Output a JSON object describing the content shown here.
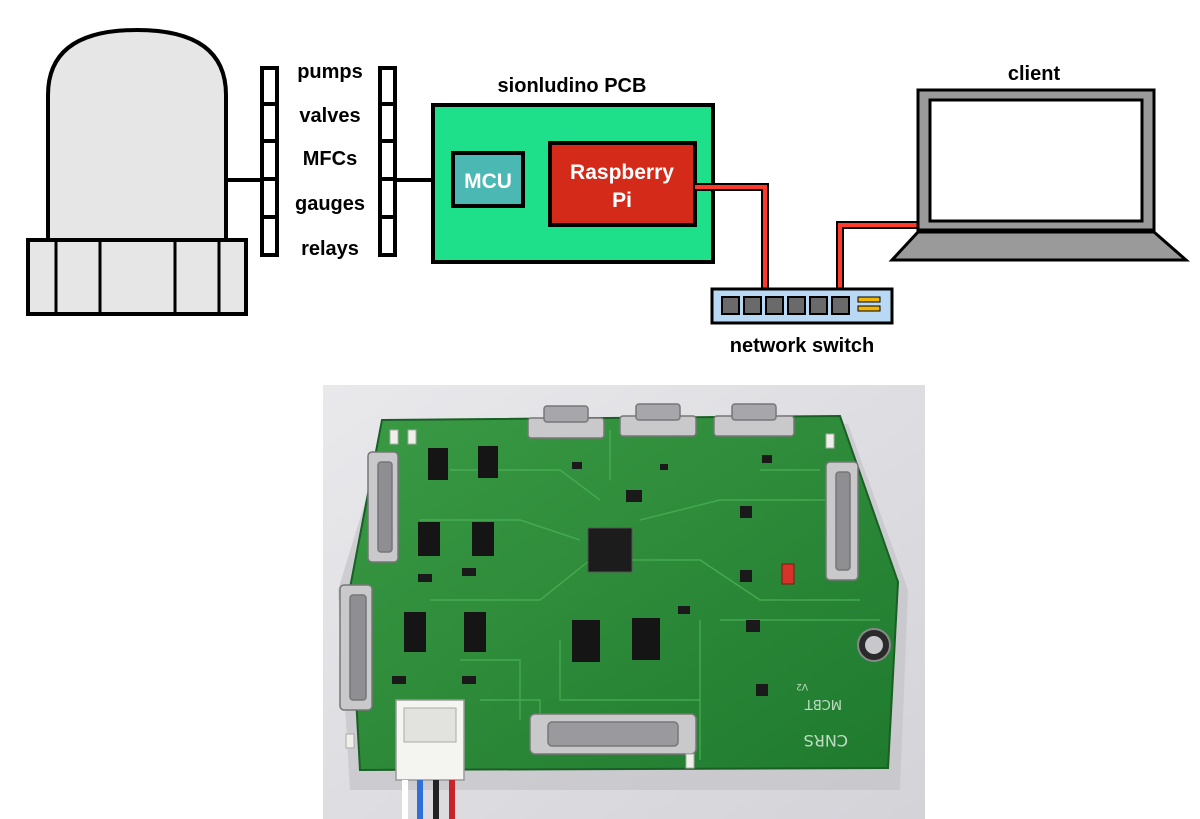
{
  "diagram": {
    "chamber_lines": [
      "pumps",
      "valves",
      "MFCs",
      "gauges",
      "relays"
    ],
    "pcb_title": "sionludino PCB",
    "mcu_label": "MCU",
    "pi_label_line1": "Raspberry",
    "pi_label_line2": "Pi",
    "switch_label": "network switch",
    "client_label": "client"
  },
  "photo": {
    "board_marking_1": "CNRS",
    "board_marking_2": "MCBT",
    "board_marking_3": "V2"
  },
  "colors": {
    "pcb_green": "#1fe08a",
    "mcu_teal": "#4bb8b4",
    "pi_red": "#d42a1a",
    "network_line": "#ff3a2a",
    "switch_blue": "#b8d8f4",
    "chamber_fill": "#e6e6e6",
    "laptop_gray": "#9a9a9a",
    "board_green": "#2f8f3a"
  },
  "icons": [
    "vacuum-chamber-icon",
    "connector-strip-icon",
    "laptop-icon",
    "network-switch-icon",
    "pcb-photo"
  ]
}
